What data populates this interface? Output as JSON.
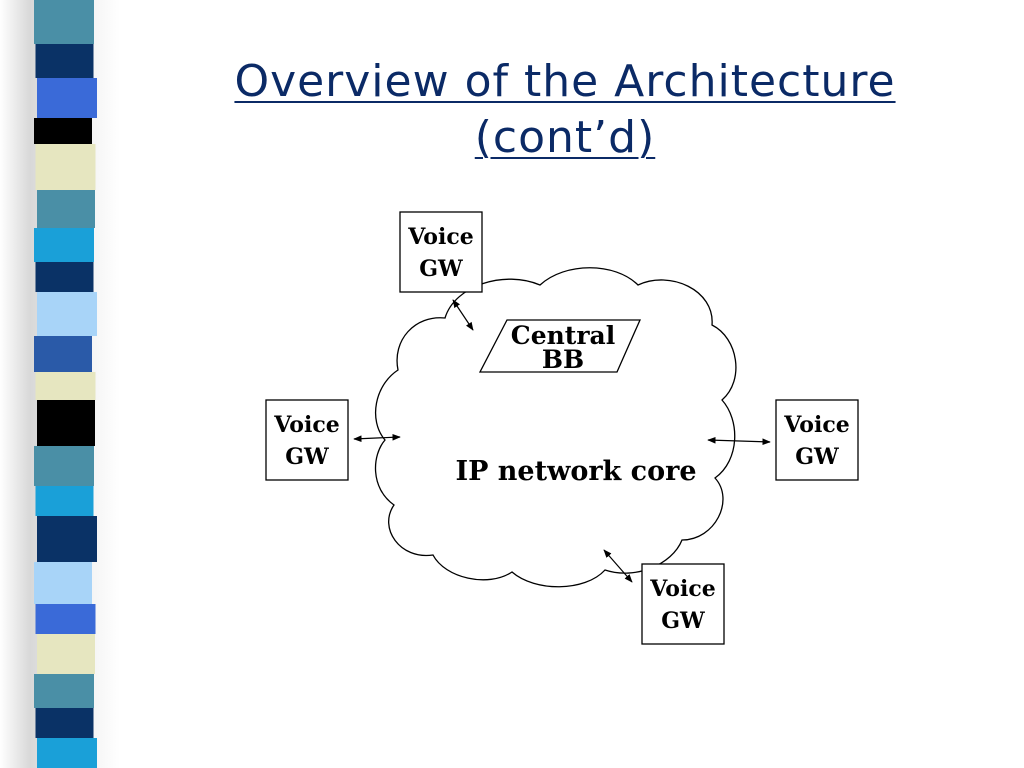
{
  "slide": {
    "title_line1": "Overview of the Architecture",
    "title_line2": "(cont’d)"
  },
  "diagram": {
    "cloud_label": "IP network core",
    "central_line1": "Central",
    "central_line2": "BB",
    "gateways": [
      {
        "line1": "Voice",
        "line2": "GW"
      },
      {
        "line1": "Voice",
        "line2": "GW"
      },
      {
        "line1": "Voice",
        "line2": "GW"
      },
      {
        "line1": "Voice",
        "line2": "GW"
      }
    ]
  },
  "colors": {
    "title": "#0b2a66",
    "stripes": [
      "#4a8fa6",
      "#0a3266",
      "#3a6ad8",
      "#000000",
      "#e6e6c0",
      "#1aa0d8",
      "#a8d4f8",
      "#2a5aa8"
    ]
  }
}
